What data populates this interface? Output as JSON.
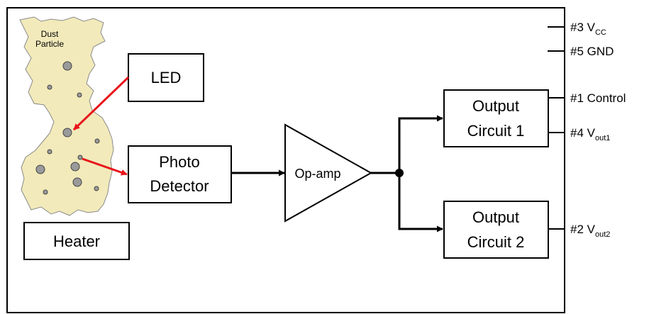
{
  "diagram": {
    "dust_particle": {
      "line1": "Dust",
      "line2": "Particle"
    },
    "led": {
      "label": "LED"
    },
    "photo_detector": {
      "line1": "Photo",
      "line2": "Detector"
    },
    "heater": {
      "label": "Heater"
    },
    "op_amp": {
      "label": "Op-amp"
    },
    "output_circuit_1": {
      "line1": "Output",
      "line2": "Circuit 1"
    },
    "output_circuit_2": {
      "line1": "Output",
      "line2": "Circuit 2"
    },
    "pins": {
      "vcc": {
        "prefix": "#3 V",
        "sub": "CC"
      },
      "gnd": {
        "label": "#5 GND"
      },
      "control": {
        "label": "#1 Control"
      },
      "vout1": {
        "prefix": "#4 V",
        "sub": "out1"
      },
      "vout2": {
        "prefix": "#2 V",
        "sub": "out2"
      }
    },
    "colors": {
      "dust_fill": "#f2eaba",
      "particle_fill": "#9a9a9a",
      "light_arrow": "#e8141b",
      "line": "#000000"
    }
  }
}
